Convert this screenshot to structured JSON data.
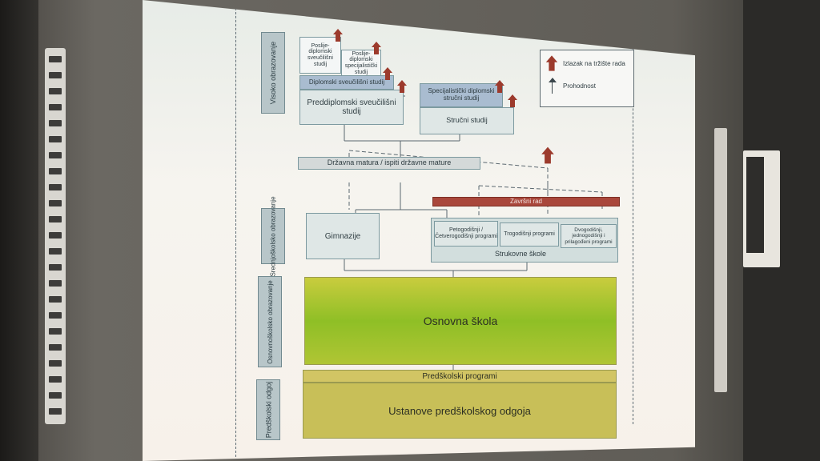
{
  "levels": {
    "higher": "Visoko obrazovanje",
    "secondary": "Srednjoškolsko obrazovanje",
    "primary": "Osnovnoškolsko obrazovanje",
    "preschool": "Predškolski odgoj"
  },
  "higher_ed": {
    "postgrad_university": "Poslije-diplomski sveučilišni studij",
    "postgrad_specialist": "Poslije-diplomski specijalistički studij",
    "graduate_university": "Diplomski sveučilišni studij",
    "undergraduate_university": "Preddiplomski sveučilišni studij",
    "specialist_professional": "Specijalistički diplomski stručni studij",
    "professional_study": "Stručni studij"
  },
  "legend": {
    "labor_market": "Izlazak na tržište rada",
    "progression": "Prohodnost"
  },
  "state_matura": "Državna matura / ispiti državne mature",
  "final_exam_bar": "Završni rad",
  "secondary_ed": {
    "gymnasium": "Gimnazije",
    "four_five_year": "Petogodišnji / Četverogodišnji programi",
    "three_year": "Trogodišnji programi",
    "two_year": "Dvogodišnji, jednogodišnji i prilagođeni programi",
    "vocational_schools": "Strukovne škole"
  },
  "primary_school": "Osnovna škola",
  "preschool_programs": "Predškolski programi",
  "preschool_institutions": "Ustanove predškolskog odgoja",
  "colors": {
    "arrow_red": "#9c3a2c",
    "final_bar": "#a9473b",
    "primary_gradient_top": "#c9cc3e",
    "primary_gradient_mid": "#8fbf26",
    "preschool_fill": "#c8bf58"
  }
}
